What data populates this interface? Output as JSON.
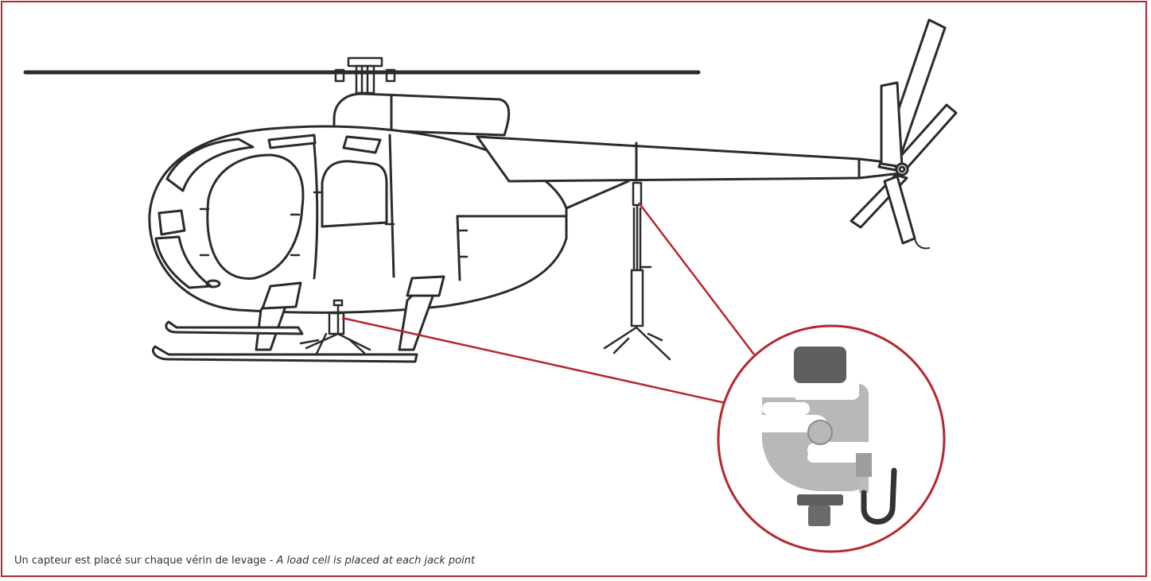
{
  "figure": {
    "caption_fr": "Un capteur est placé sur chaque vérin de levage",
    "caption_separator": " - ",
    "caption_en": "A load cell is placed at each jack point"
  },
  "colors": {
    "frame": "#b5272d",
    "callout": "#b5272d",
    "outline": "#2b2b2b",
    "load_cell_body": "#b8b8b8",
    "load_cell_cap": "#5e5e5e",
    "cable": "#333333"
  },
  "parts": {
    "helicopter": "helicopter-outline",
    "front_jack": "jack-stand",
    "tail_jack": "jack-stand",
    "detail": "load-cell"
  }
}
